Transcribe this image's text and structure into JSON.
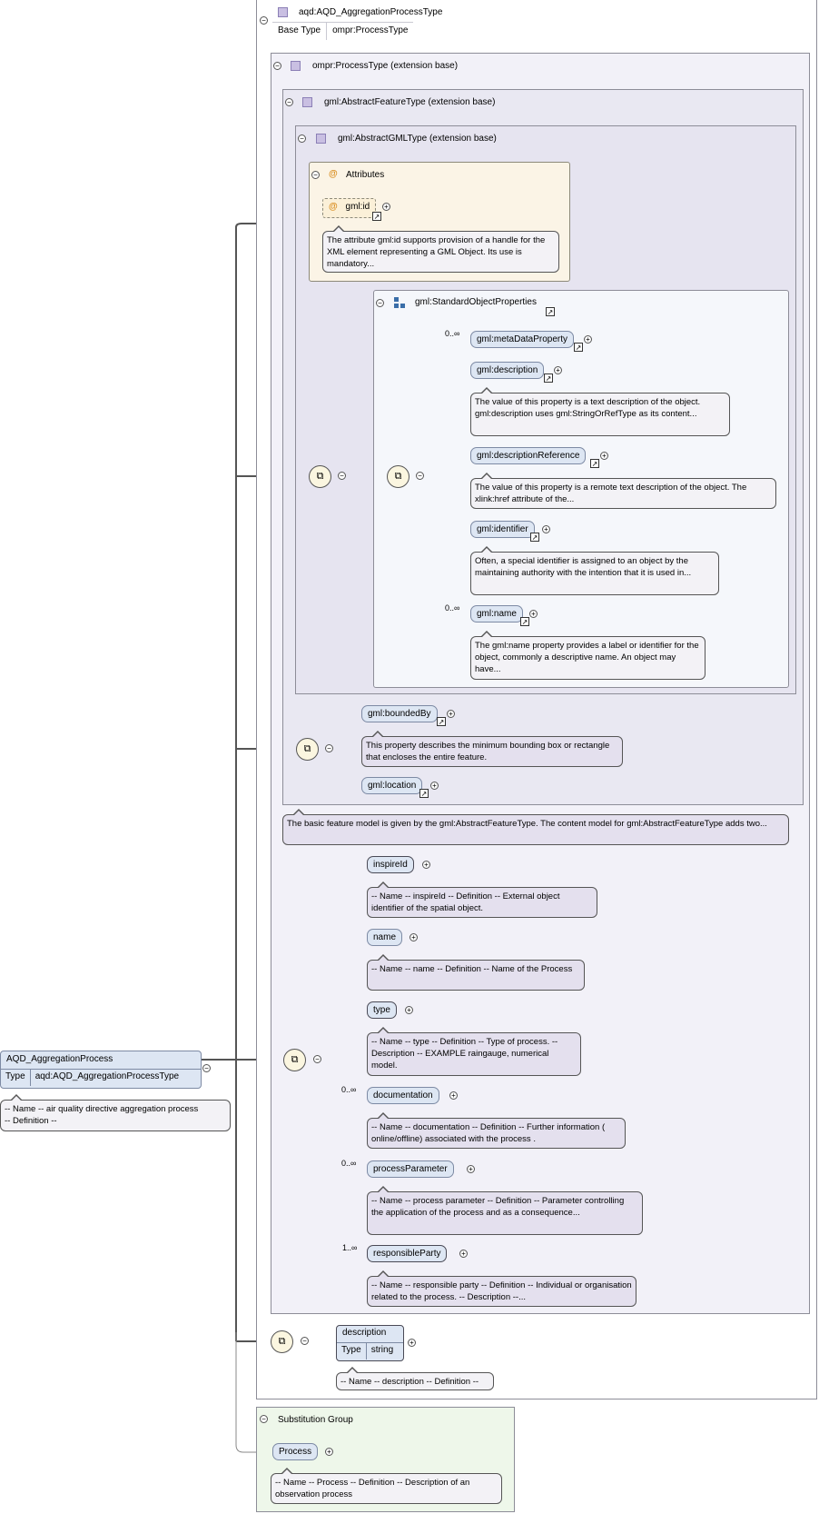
{
  "main": {
    "name": "AQD_AggregationProcess",
    "type_label": "Type",
    "type_value": "aqd:AQD_AggregationProcessType",
    "doc_line1": "-- Name -- air quality directive aggregation process",
    "doc_line2": "-- Definition --"
  },
  "complex_type": {
    "title": "aqd:AQD_AggregationProcessType",
    "base_label": "Base Type",
    "base_value": "ompr:ProcessType"
  },
  "process_type": {
    "title": "ompr:ProcessType (extension base)"
  },
  "feature_type": {
    "title": "gml:AbstractFeatureType (extension base)",
    "doc": "The basic feature model is given by the gml:AbstractFeatureType. The content model for gml:AbstractFeatureType adds two..."
  },
  "gml_type": {
    "title": "gml:AbstractGMLType (extension base)"
  },
  "attributes": {
    "title": "Attributes",
    "gml_id": "gml:id",
    "gml_id_doc": "The attribute gml:id supports provision of a handle for the XML element representing a GML Object. Its use is mandatory..."
  },
  "standard_props": {
    "title": "gml:StandardObjectProperties",
    "items": [
      {
        "name": "gml:metaDataProperty",
        "card": "0..∞",
        "doc": ""
      },
      {
        "name": "gml:description",
        "card": "",
        "doc": "The value of this property is a text description of the object. gml:description uses gml:StringOrRefType as its content..."
      },
      {
        "name": "gml:descriptionReference",
        "card": "",
        "doc": "The value of this property is a remote text description of the object. The xlink:href attribute of the..."
      },
      {
        "name": "gml:identifier",
        "card": "",
        "doc": "Often, a special identifier is assigned to an object by the maintaining authority with the intention that it is used in..."
      },
      {
        "name": "gml:name",
        "card": "0..∞",
        "doc": "The gml:name property provides a label or identifier for the object, commonly a descriptive name. An object may have..."
      }
    ]
  },
  "bounded": {
    "bounded_by": "gml:boundedBy",
    "bounded_doc": "This property describes the minimum bounding box or rectangle that encloses the entire feature.",
    "location": "gml:location"
  },
  "process_elements": [
    {
      "name": "inspireId",
      "card": "",
      "doc": "-- Name -- inspireId -- Definition -- External object identifier of the spatial object."
    },
    {
      "name": "name",
      "card": "",
      "doc": "-- Name -- name -- Definition -- Name of the Process"
    },
    {
      "name": "type",
      "card": "",
      "doc": "-- Name -- type -- Definition -- Type of process. -- Description -- EXAMPLE raingauge, numerical model."
    },
    {
      "name": "documentation",
      "card": "0..∞",
      "doc": "-- Name -- documentation -- Definition -- Further information ( online/offline) associated with the process ."
    },
    {
      "name": "processParameter",
      "card": "0..∞",
      "doc": "-- Name -- process parameter -- Definition -- Parameter controlling the application of the process and as a consequence..."
    },
    {
      "name": "responsibleParty",
      "card": "1..∞",
      "doc": "-- Name -- responsible party -- Definition -- Individual or organisation related to the process. -- Description --..."
    }
  ],
  "description_el": {
    "name": "description",
    "type_label": "Type",
    "type_value": "string",
    "doc": "-- Name -- description -- Definition --"
  },
  "substitution": {
    "title": "Substitution Group",
    "element": "Process",
    "doc": "-- Name -- Process -- Definition -- Description of an observation process"
  }
}
